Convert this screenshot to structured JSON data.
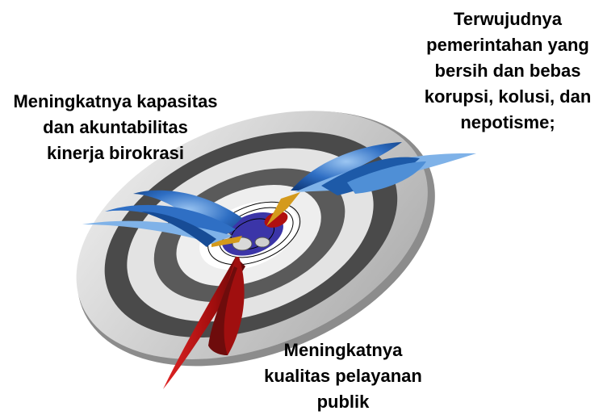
{
  "goals": {
    "clean_government": [
      "Terwujudnya",
      "pemerintahan yang",
      "bersih dan bebas",
      "korupsi, kolusi, dan",
      "nepotisme;"
    ],
    "bureaucracy_capacity": [
      "Meningkatnya kapasitas",
      "dan akuntabilitas",
      "kinerja birokrasi"
    ],
    "public_service": [
      "Meningkatnya",
      "kualitas pelayanan",
      "publik"
    ]
  },
  "colors": {
    "ring_dark": "#3a3a3a",
    "ring_light": "#d9d9d9",
    "ring_white": "#f7f7f7",
    "bullseye_blue": "#3b35a8",
    "bullseye_red": "#b01010",
    "arrow_blue": "#2f6fc4",
    "arrow_light_blue": "#7fb2e8",
    "arrow_red": "#c01414",
    "arrow_dark_red": "#6e0c0c",
    "shaft_gold": "#d49a1c"
  }
}
